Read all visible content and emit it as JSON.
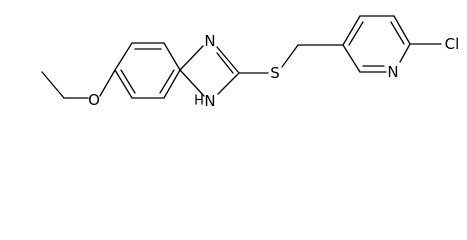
{
  "molecule": {
    "atoms": {
      "n_top": "N",
      "n_h": "N",
      "h": "H",
      "s": "S",
      "n_pyridine": "N",
      "cl": "Cl",
      "o": "O"
    },
    "colors": {
      "bond": "#000000",
      "label": "#000000",
      "background": "#ffffff"
    }
  }
}
